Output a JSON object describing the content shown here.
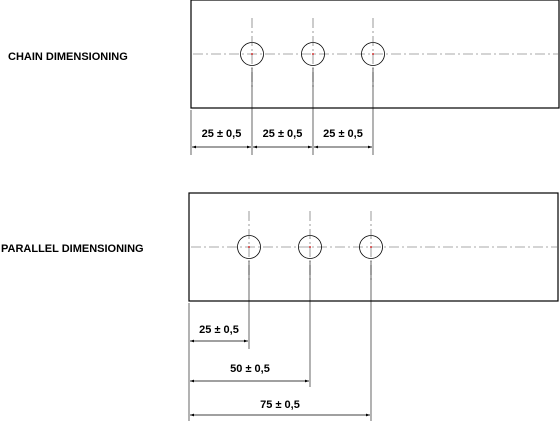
{
  "chain": {
    "title": "CHAIN DIMENSIONING",
    "dimensions": [
      {
        "label": "25 ± 0,5"
      },
      {
        "label": "25 ± 0,5"
      },
      {
        "label": "25 ± 0,5"
      }
    ]
  },
  "parallel": {
    "title": "PARALLEL DIMENSIONING",
    "dimensions": [
      {
        "label": "25 ± 0,5"
      },
      {
        "label": "50 ± 0,5"
      },
      {
        "label": "75 ± 0,5"
      }
    ]
  },
  "colors": {
    "line": "#000000",
    "centerline": "#555555",
    "hole_center": "#cc0000"
  }
}
